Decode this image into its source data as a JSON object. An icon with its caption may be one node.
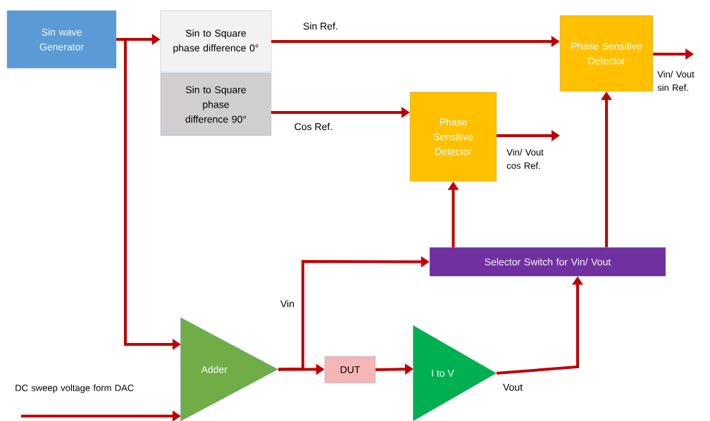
{
  "diagram": {
    "nodes": [
      {
        "text": [
          "Sin wave Generator"
        ]
      },
      {
        "text": [
          "Sin to Square phase difference 0°"
        ]
      },
      {
        "text": [
          "Sin to Square phase difference 90°"
        ]
      },
      {
        "text": [
          "Phase Sensitive Detector"
        ]
      },
      {
        "text": [
          "Phase Sensitive Detector"
        ]
      },
      {
        "text": [
          "Selector Switch for Vin/ Vout"
        ]
      },
      {
        "text": [
          "Adder"
        ]
      },
      {
        "text": [
          "DUT"
        ]
      },
      {
        "text": [
          "I  to V"
        ]
      }
    ],
    "edges": [
      {
        "from": 0,
        "to": 1,
        "arrow": "to"
      },
      {
        "from": 0,
        "to": 6,
        "arrow": "to"
      },
      {
        "from": 1,
        "to": 3,
        "arrow": "to",
        "label": "Sin Ref."
      },
      {
        "from": 2,
        "to": 4,
        "arrow": "to",
        "label": "Cos Ref."
      },
      {
        "from": 3,
        "to": null,
        "arrow": "to",
        "label": "Vin/ Vout sin Ref."
      },
      {
        "from": 4,
        "to": null,
        "arrow": "to",
        "label": "Vin/ Vout cos Ref."
      },
      {
        "from": 5,
        "to": 4,
        "arrow": "to"
      },
      {
        "from": 5,
        "to": 3,
        "arrow": "to"
      },
      {
        "from": 6,
        "to": 5,
        "arrow": "to",
        "label": "Vin"
      },
      {
        "from": 6,
        "to": 7,
        "arrow": "to"
      },
      {
        "from": 7,
        "to": 8,
        "arrow": "to"
      },
      {
        "from": 8,
        "to": 5,
        "arrow": "to",
        "label": "Vout"
      },
      {
        "from": null,
        "to": 6,
        "arrow": "to",
        "label": "DC sweep voltage form DAC"
      }
    ]
  }
}
